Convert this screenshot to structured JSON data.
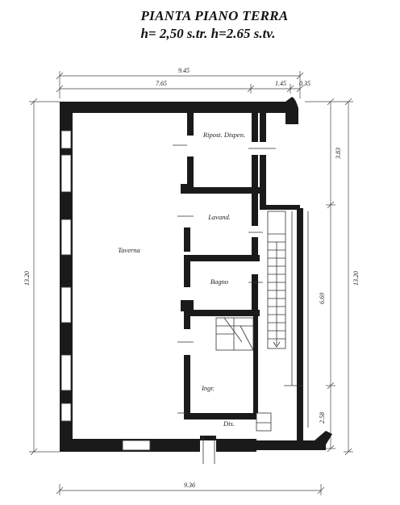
{
  "title": {
    "line1": "PIANTA PIANO TERRA",
    "line2": "h= 2,50 s.tr.  h=2.65 s.tv."
  },
  "dimensions": {
    "top_total": "9.45",
    "top_seg1": "7.65",
    "top_seg2": "1.45",
    "top_seg3": "0.35",
    "bottom_total": "9.36",
    "left_total": "13.20",
    "right_total": "13.20",
    "right_seg1": "3.83",
    "right_seg2": "6.69",
    "right_seg3": "2.58"
  },
  "rooms": {
    "taverna": "Taverna",
    "ripost_dispen": "Ripost. Dispen.",
    "lavand": "Lavand.",
    "bagno": "Bagno",
    "ingr": "Ingr.",
    "dis": "Dis."
  }
}
